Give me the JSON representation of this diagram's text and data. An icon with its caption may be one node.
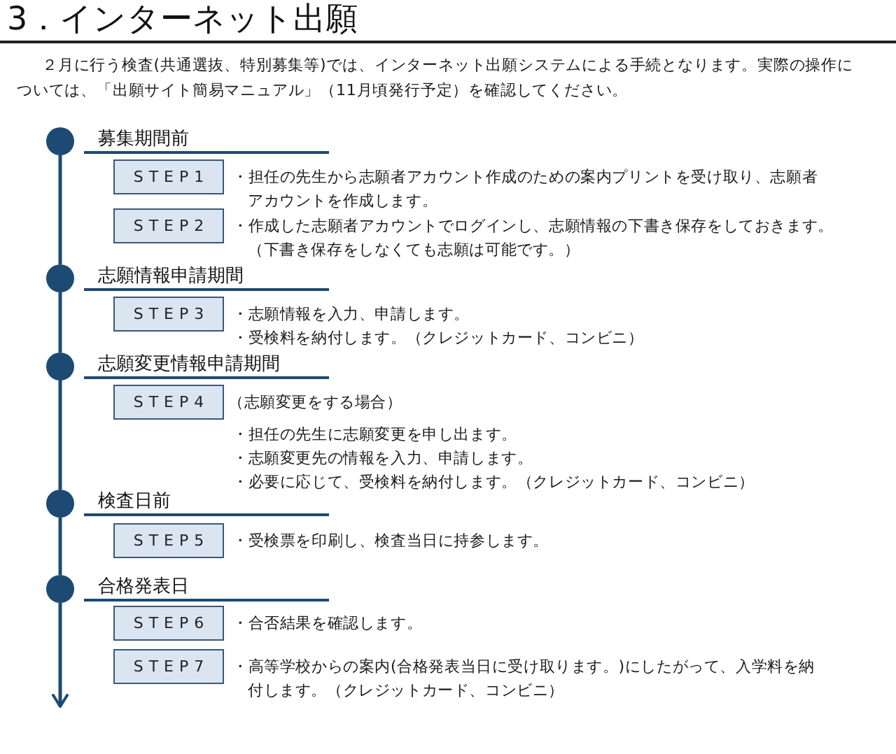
{
  "diagram": {
    "title": "3．インターネット出願",
    "nodes": [
      {
        "text": [],
        "shape": "circle"
      },
      {
        "text": [
          "STEP1"
        ],
        "beside": [
          "・担任の先生から志願者アカウント作成のための案内プリントを受け取り、志願者アカウントを作成します。"
        ]
      },
      {
        "text": [
          "STEP2"
        ],
        "beside": [
          "・作成した志願者アカウントでログインし、志願情報の下書き保存をしておきます。",
          "（下書き保存をしなくても志願は可能です。）"
        ]
      },
      {
        "text": [],
        "shape": "circle"
      },
      {
        "text": [
          "STEP3"
        ],
        "beside": [
          "・志願情報を入力、申請します。",
          "・受検料を納付します。（クレジットカード、コンビニ）"
        ]
      },
      {
        "text": [],
        "shape": "circle"
      },
      {
        "text": [
          "STEP4"
        ],
        "beside": [
          "（志願変更をする場合）",
          "・担任の先生に志願変更を申し出ます。",
          "・志願変更先の情報を入力、申請します。",
          "・必要に応じて、受検料を納付します。（クレジットカード、コンビニ）"
        ]
      },
      {
        "text": [],
        "shape": "circle"
      },
      {
        "text": [
          "STEP5"
        ],
        "beside": [
          "・受検票を印刷し、検査当日に持参します。"
        ]
      },
      {
        "text": [],
        "shape": "circle"
      },
      {
        "text": [
          "STEP6"
        ],
        "beside": [
          "・合否結果を確認します。"
        ]
      },
      {
        "text": [
          "STEP7"
        ],
        "beside": [
          "・高等学校からの案内(合格発表当日に受け取ります。)にしたがって、入学料を納付します。（クレジットカード、コンビニ）"
        ]
      }
    ],
    "edges": [
      {
        "from": 0,
        "to": 3,
        "arrow": "none"
      },
      {
        "from": 3,
        "to": 5,
        "arrow": "none"
      },
      {
        "from": 5,
        "to": 7,
        "arrow": "none"
      },
      {
        "from": 7,
        "to": 9,
        "arrow": "none"
      },
      {
        "from": 9,
        "to": null,
        "arrow": "to"
      }
    ],
    "labels": [
      "２月に行う検査(共通選抜、特別募集等)では、インターネット出願システムによる手続となります。実際の操作については、「出願サイト簡易マニュアル」（11月頃発行予定）を確認してください。",
      "募集期間前",
      "志願情報申請期間",
      "志願変更情報申請期間",
      "検査日前",
      "合格発表日"
    ]
  }
}
